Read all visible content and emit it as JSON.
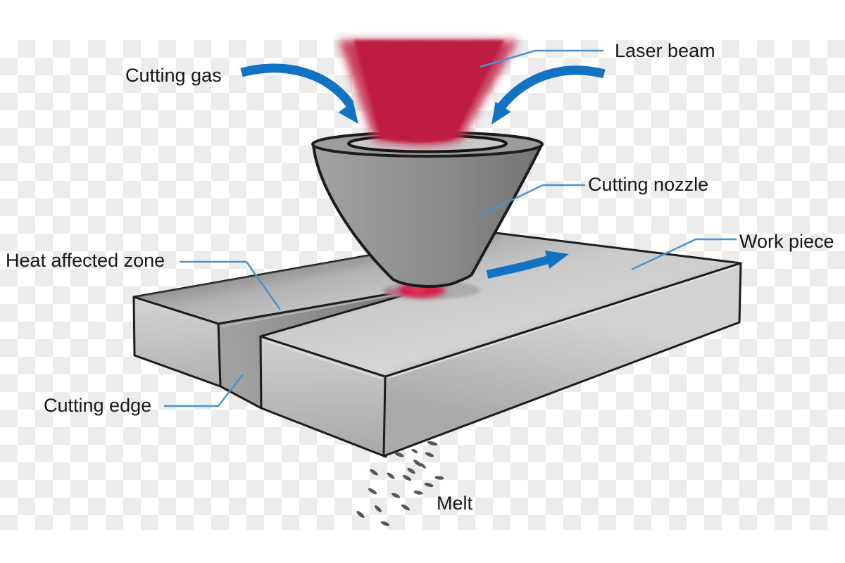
{
  "title": "Laser cutting process diagram",
  "labels": {
    "cutting_gas": "Cutting gas",
    "laser_beam": "Laser beam",
    "cutting_nozzle": "Cutting nozzle",
    "work_piece": "Work piece",
    "heat_affected_zone": "Heat affected zone",
    "cutting_edge": "Cutting edge",
    "melt": "Melt"
  },
  "icons": {
    "cutting_gas_arrows": "thick blue curved arrows pointing into nozzle",
    "cutting_direction_arrow": "thick blue arrow on workpiece surface",
    "leader_lines": "thin blue polyline pointers from labels to parts"
  },
  "colors": {
    "laser_beam_red": "#c62b4e",
    "kerf_glow_red": "#d81f4a",
    "arrow_blue": "#1273c2",
    "leader_blue": "#4a93cc",
    "nozzle_gray": "#8f8f8f",
    "workpiece_light_gray": "#cdcdcd",
    "kerf_dark_gray": "#8a8a8a",
    "melt_droplet_gray": "#565656",
    "outline": "#1c1c1c",
    "checker_gray": "#ececec",
    "background": "#ffffff"
  }
}
